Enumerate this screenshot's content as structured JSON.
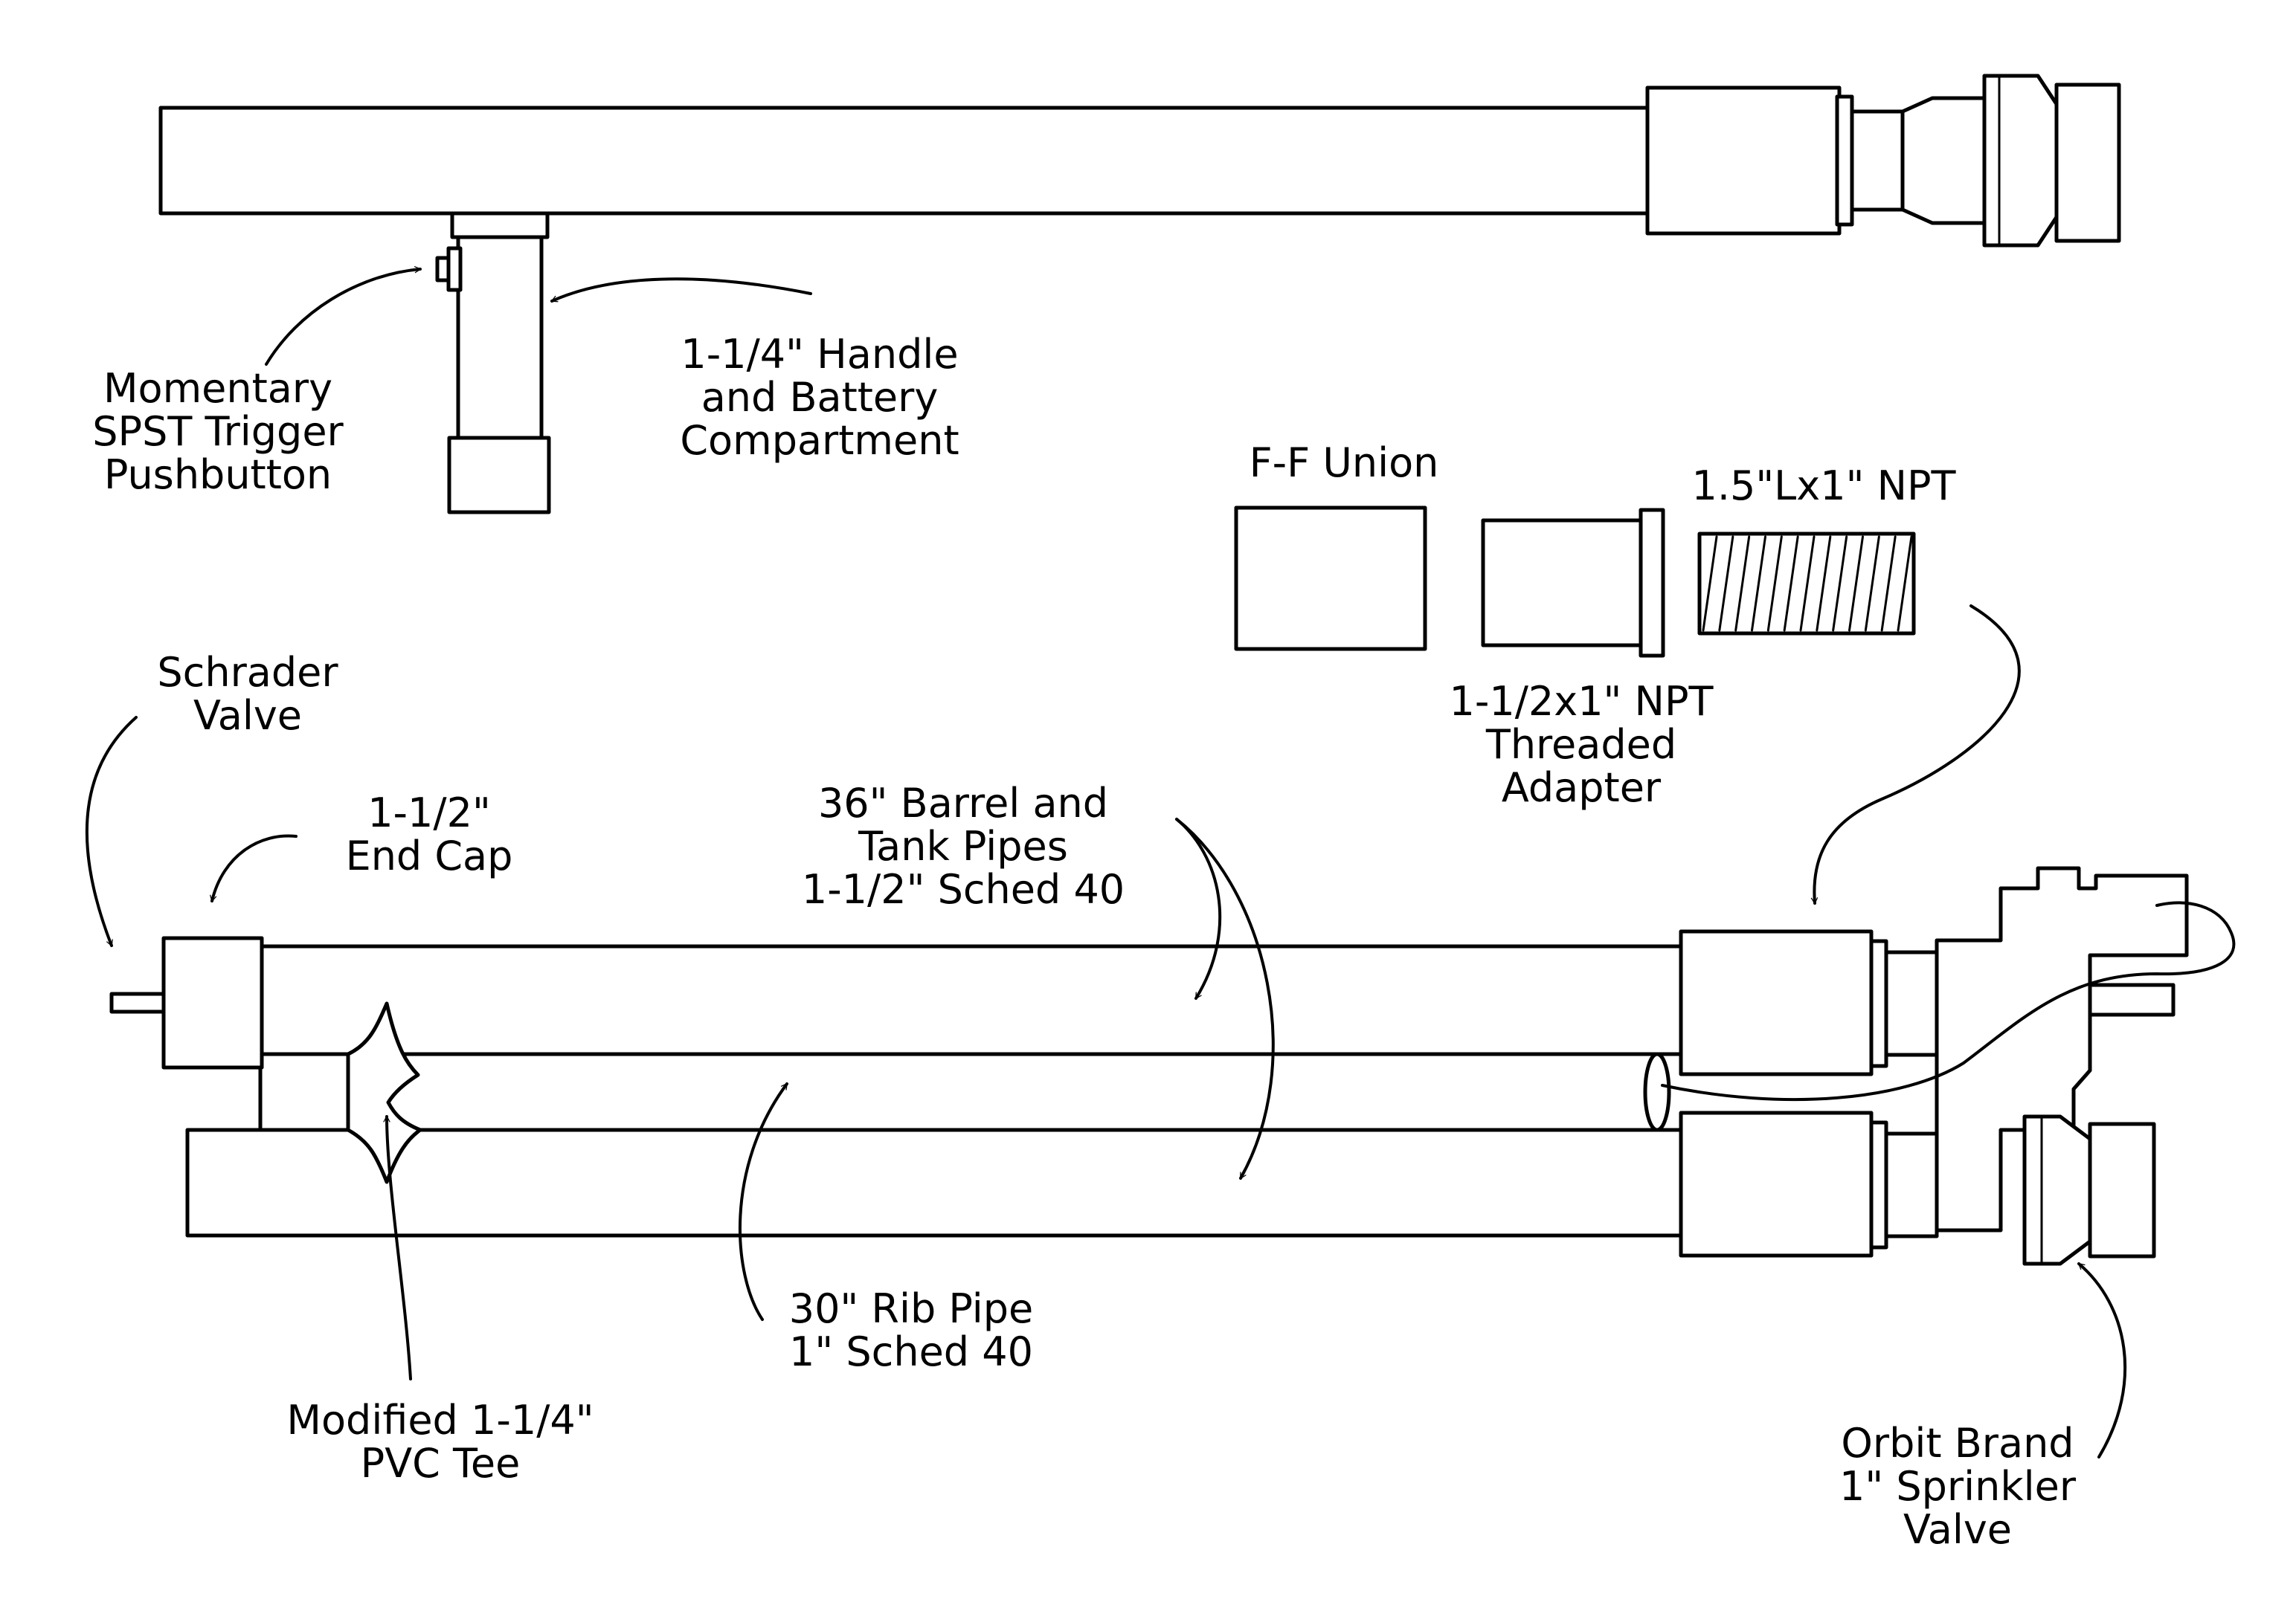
{
  "colors": {
    "ink": "#000000",
    "paper": "#ffffff"
  },
  "labels": {
    "trigger": [
      "Momentary",
      "SPST Trigger",
      "Pushbutton"
    ],
    "handle": [
      "1-1/4\" Handle",
      "and Battery",
      "Compartment"
    ],
    "ff_union": [
      "F-F Union"
    ],
    "npt_nipple": [
      "1.5\"Lx1\" NPT"
    ],
    "threaded_adapter": [
      "1-1/2x1\" NPT",
      "Threaded",
      "Adapter"
    ],
    "schrader": [
      "Schrader",
      "Valve"
    ],
    "end_cap": [
      "1-1/2\"",
      "End Cap"
    ],
    "barrel_tank": [
      "36\" Barrel and",
      "Tank Pipes",
      "1-1/2\" Sched 40"
    ],
    "rib_pipe": [
      "30\" Rib Pipe",
      "1\" Sched 40"
    ],
    "pvc_tee": [
      "Modified 1-1/4\"",
      "PVC Tee"
    ],
    "sprinkler": [
      "Orbit Brand",
      "1\" Sprinkler",
      "Valve"
    ]
  }
}
